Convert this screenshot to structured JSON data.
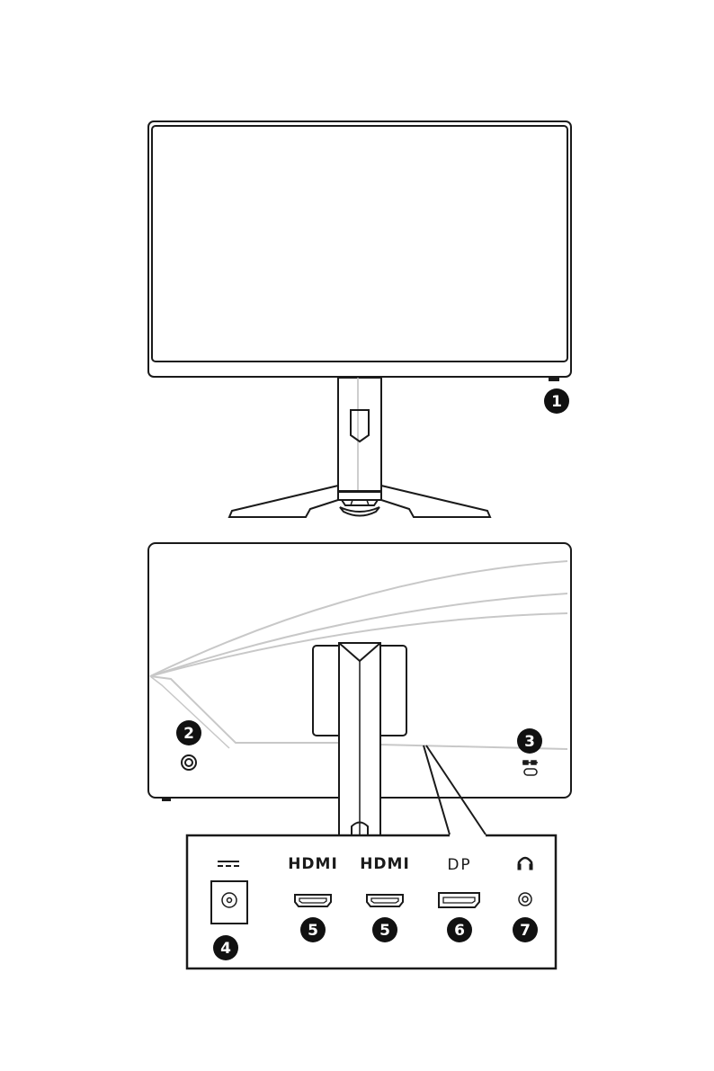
{
  "front_view": {
    "callout": "1"
  },
  "rear_view": {
    "callouts": {
      "joystick": "2",
      "kensington_lock": "3"
    },
    "lock_symbol": "kensington-lock-icon"
  },
  "io_panel": {
    "ports": [
      {
        "label": "",
        "icon": "dc-power-icon",
        "callout": "4"
      },
      {
        "label": "HDMI",
        "icon": "hdmi-port-icon",
        "callout": "5"
      },
      {
        "label": "HDMI",
        "icon": "hdmi-port-icon",
        "callout": "5"
      },
      {
        "label": "DP",
        "icon": "displayport-icon",
        "callout": "6"
      },
      {
        "label": "",
        "icon": "headphone-icon",
        "callout": "7"
      }
    ]
  },
  "colors": {
    "line": "#1a1a1a",
    "light_line": "#c8c8c8",
    "callout_fill": "#111111"
  }
}
